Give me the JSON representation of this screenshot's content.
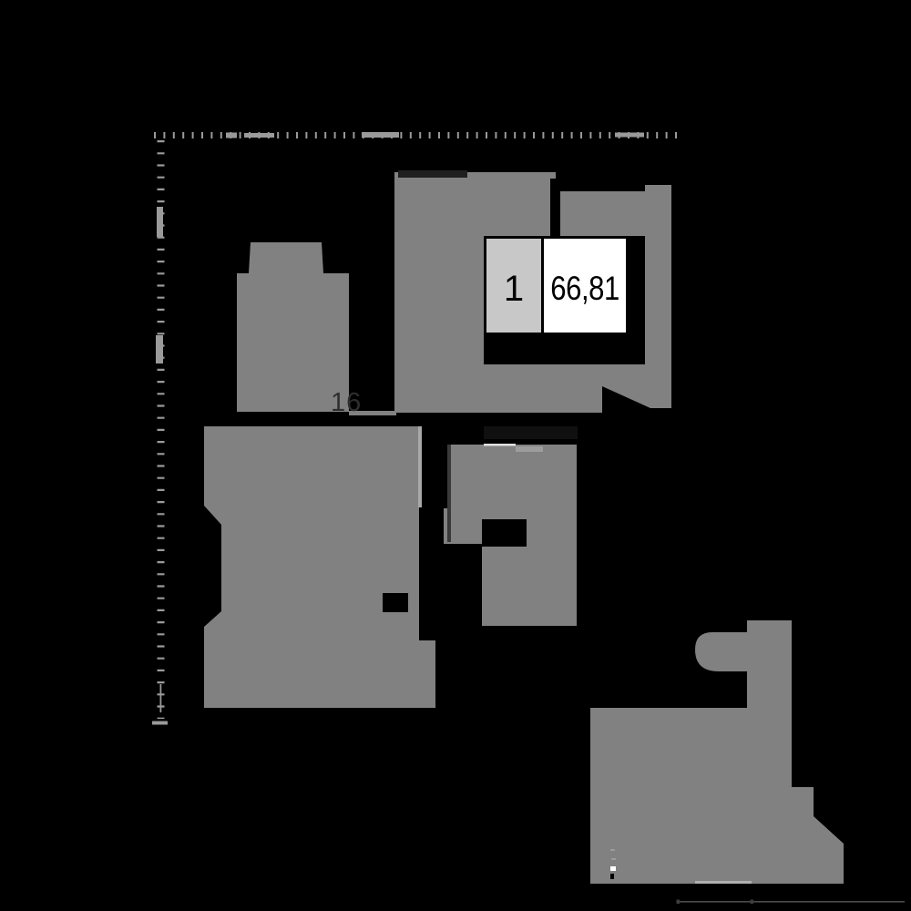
{
  "unit_label": {
    "number": "1",
    "area": "66,81"
  },
  "faint_label": {
    "text": "16"
  },
  "palette": {
    "background": "#000000",
    "building_gray": "#818181",
    "label_cell_gray": "#c8c8c8",
    "label_cell_white": "#ffffff",
    "label_border": "#000000",
    "boundary_gray": "#9a9a9a",
    "dark_roof_strip": "#1f1f1f",
    "dark_bar": "#101010",
    "shadow_strip": "#3a3a3a",
    "light_edge": "#9d9d9d",
    "lighter_edge": "#e0e0e0",
    "light_strip": "#a8a8a8",
    "bottom_light_seg": "#b0b0b0",
    "mark_white": "#ffffff",
    "black": "#000000",
    "dim_line": "#4a4a4a",
    "dim_tick": "#3c3c3c",
    "faint_text": "#2e2e2e"
  }
}
